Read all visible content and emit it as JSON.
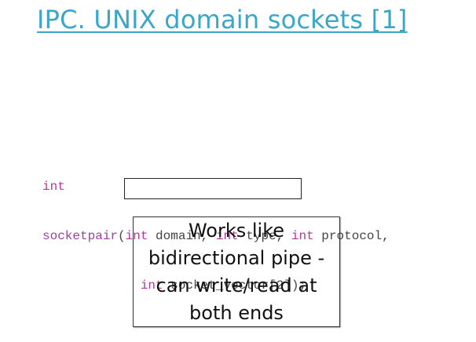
{
  "slide": {
    "title": "IPC. UNIX domain sockets [1]",
    "code": {
      "line1": {
        "type": "int"
      },
      "line2": {
        "func": "socketpair",
        "open_paren": "(",
        "t1": "int",
        "p1": " domain, ",
        "t2": "int",
        "p2": " type, ",
        "t3": "int",
        "p3": " protocol,"
      },
      "line3": {
        "indent": "             ",
        "t4": "int",
        "p4": " socket_vector[2]",
        "close": ");"
      }
    },
    "callout": {
      "text": "Works like bidirectional pipe - can write/read at both ends"
    }
  },
  "colors": {
    "title": "#3aa6c8",
    "keyword": "#b5379a",
    "function": "#9b3fa6",
    "plain": "#444444"
  }
}
